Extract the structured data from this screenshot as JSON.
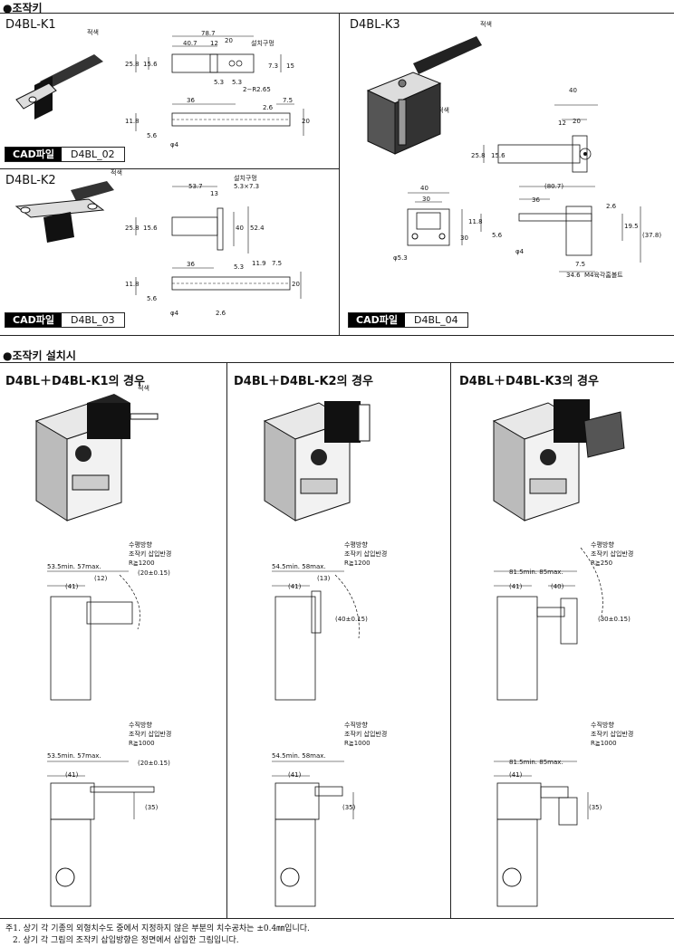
{
  "section1": {
    "title": "●조작키"
  },
  "section2": {
    "title": "●조작키 설치시"
  },
  "k1": {
    "title": "D4BL-K1",
    "color_label": "적색",
    "hole_label": "설치구멍",
    "cad_label": "CAD파일",
    "cad_file": "D4BL_02",
    "dims": [
      "78.7",
      "40.7",
      "12",
      "20",
      "25.8",
      "15.6",
      "7.3",
      "15",
      "5.3",
      "5.3",
      "2−R2.65",
      "36",
      "2.6",
      "7.5",
      "11.8",
      "20",
      "5.6",
      "φ4"
    ]
  },
  "k2": {
    "title": "D4BL-K2",
    "color_label": "적색",
    "hole_label": "설치구멍",
    "hole_size": "5.3×7.3",
    "cad_label": "CAD파일",
    "cad_file": "D4BL_03",
    "dims": [
      "53.7",
      "13",
      "25.8",
      "15.6",
      "40",
      "52.4",
      "36",
      "5.3",
      "11.9",
      "7.5",
      "11.8",
      "20",
      "5.6",
      "φ4",
      "2.6"
    ]
  },
  "k3": {
    "title": "D4BL-K3",
    "color_label_top": "적색",
    "color_label_mid": "적색",
    "cad_label": "CAD파일",
    "cad_file": "D4BL_04",
    "bolt_label": "M4육각홈볼트",
    "dims": [
      "40",
      "12",
      "20",
      "25.8",
      "15.6",
      "40",
      "30",
      "φ5.3",
      "30",
      "(80.7)",
      "36",
      "2.6",
      "19.5",
      "(37.8)",
      "11.8",
      "5.6",
      "φ4",
      "7.5",
      "34.6"
    ]
  },
  "install": {
    "k1": {
      "title": "D4BL＋D4BL-K1의 경우",
      "color_label": "적색",
      "h_dir": "수평방향",
      "h_radius_label": "조작키 삽입반경",
      "h_radius": "R≧1200",
      "h_dims": [
        "53.5min. 57max.",
        "(41)",
        "(12)",
        "(20±0.15)"
      ],
      "v_dir": "수직방향",
      "v_radius_label": "조작키 삽입반경",
      "v_radius": "R≧1000",
      "v_dims": [
        "53.5min. 57max.",
        "(41)",
        "(20±0.15)",
        "(35)"
      ]
    },
    "k2": {
      "title": "D4BL＋D4BL-K2의 경우",
      "h_dir": "수평방향",
      "h_radius_label": "조작키 삽입반경",
      "h_radius": "R≧1200",
      "h_dims": [
        "54.5min. 58max.",
        "(41)",
        "(13)",
        "(40±0.15)"
      ],
      "v_dir": "수직방향",
      "v_radius_label": "조작키 삽입반경",
      "v_radius": "R≧1000",
      "v_dims": [
        "54.5min. 58max.",
        "(41)",
        "(35)"
      ]
    },
    "k3": {
      "title": "D4BL＋D4BL-K3의 경우",
      "h_dir": "수평방향",
      "h_radius_label": "조작키 삽입반경",
      "h_radius": "R≧250",
      "h_dims": [
        "81.5min. 85max.",
        "(41)",
        "(40)",
        "(30±0.15)"
      ],
      "v_dir": "수직방향",
      "v_radius_label": "조작키 삽입반경",
      "v_radius": "R≧1000",
      "v_dims": [
        "81.5min. 85max.",
        "(41)",
        "(35)"
      ]
    }
  },
  "notes": [
    "주1. 상기 각 기종의 외형치수도 중에서 지정하지 않은 부분의 치수공차는 ±0.4㎜입니다.",
    "2. 상기 각 그림의 조작키 삽입방향은 정면에서 삽입한 그림입니다."
  ]
}
